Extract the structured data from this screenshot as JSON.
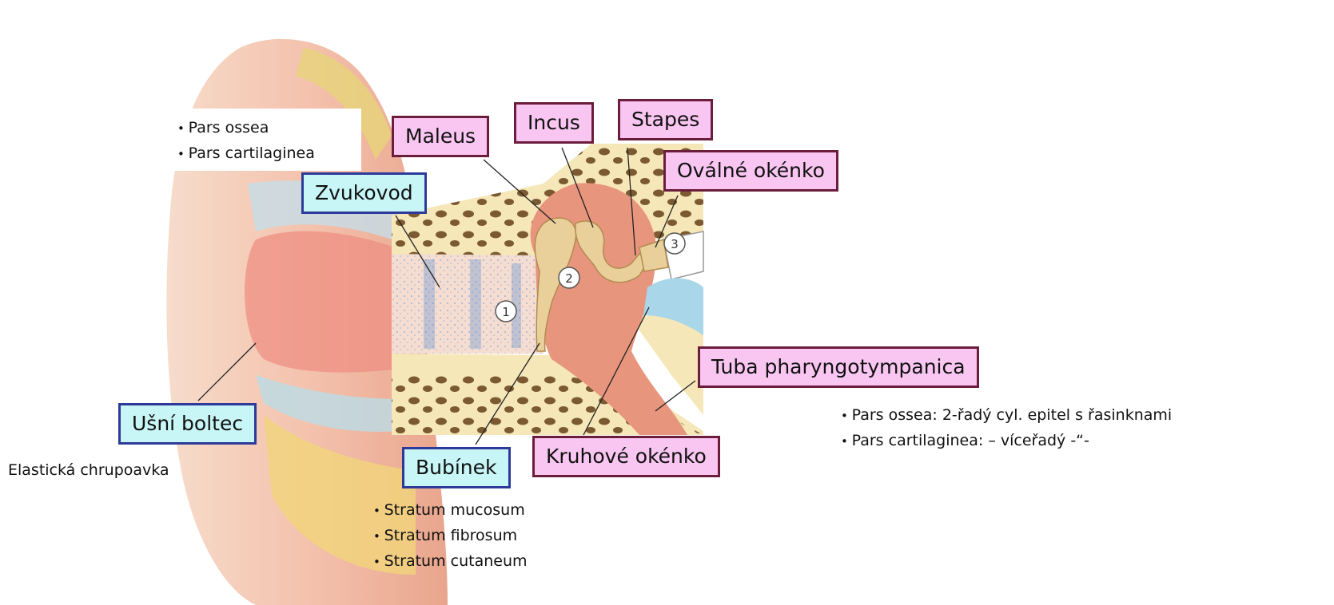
{
  "labels": {
    "maleus": "Maleus",
    "incus": "Incus",
    "stapes": "Stapes",
    "oval_window": "Oválné okénko",
    "zvukovod": "Zvukovod",
    "tuba": "Tuba pharyngotympanica",
    "usni_boltec": "Ušní boltec",
    "bubinek": "Bubínek",
    "round_window": "Kruhové okénko"
  },
  "markers": [
    "1",
    "2",
    "3"
  ],
  "notes": {
    "canal": [
      "Pars ossea",
      "Pars cartilaginea"
    ],
    "tuba": [
      "Pars ossea: 2-řadý cyl. epitel s řasinknami",
      "Pars cartilaginea: – víceřadý  -“-"
    ],
    "eardrum": [
      "Stratum mucosum",
      "Stratum fibrosum",
      "Stratum cutaneum"
    ],
    "auricle": "Elastická chrupoavka"
  },
  "colors": {
    "inner_label_fill": "#f9c6f1",
    "inner_label_border": "#6b1d3c",
    "outer_label_fill": "#c8f6f6",
    "outer_label_border": "#2d3a9a"
  }
}
